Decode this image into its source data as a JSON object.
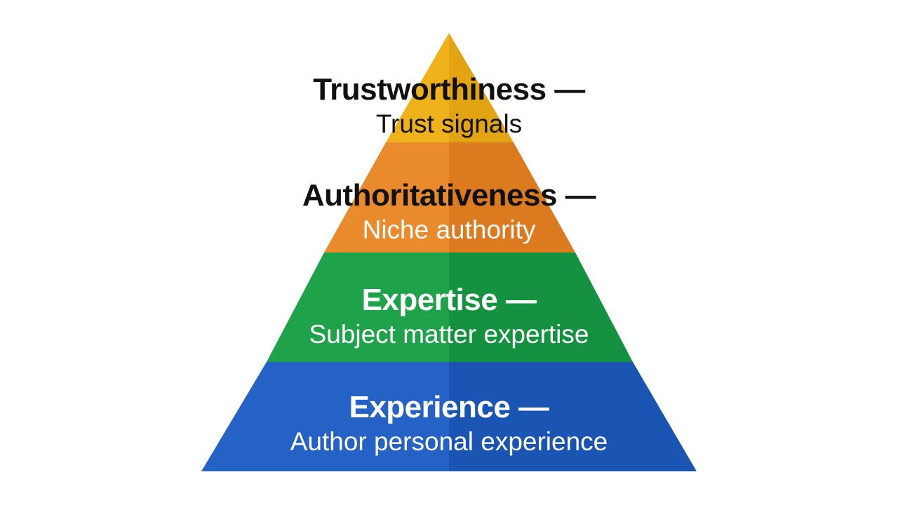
{
  "tiers": [
    {
      "title": "Trustworthiness —",
      "subtitle": "Trust signals",
      "color": "#f0b21a",
      "shade": "#e2a412",
      "text_color": "dark"
    },
    {
      "title": "Authoritativeness —",
      "subtitle": "Niche authority",
      "color": "#e98a2c",
      "shade": "#dc7a20",
      "text_color": "mixed"
    },
    {
      "title": "Expertise —",
      "subtitle": "Subject matter expertise",
      "color": "#1ea24a",
      "shade": "#14923f",
      "text_color": "light"
    },
    {
      "title": "Experience —",
      "subtitle": "Author personal experience",
      "color": "#2462c6",
      "shade": "#1b55b4",
      "text_color": "light"
    }
  ]
}
